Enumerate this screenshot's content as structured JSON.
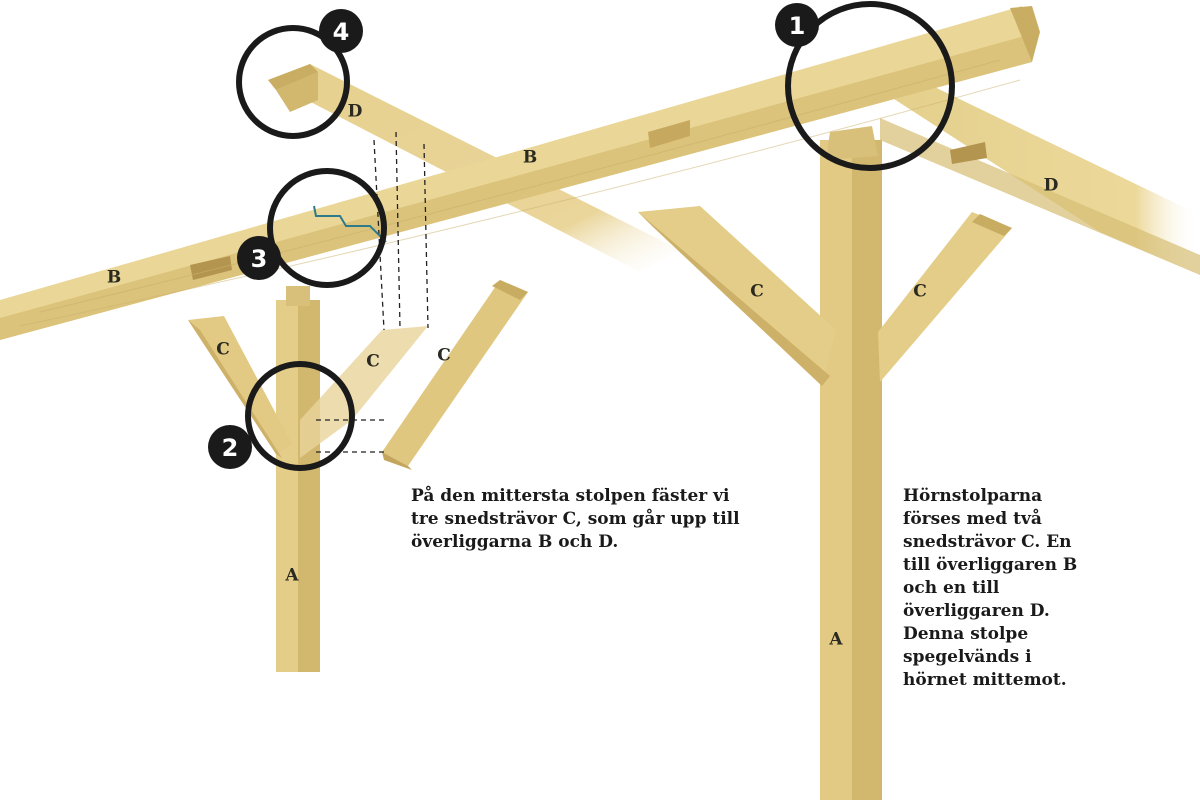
{
  "labels": {
    "post": "A",
    "top_beam": "B",
    "brace": "C",
    "cross_beam": "D"
  },
  "badges": [
    "1",
    "2",
    "3",
    "4"
  ],
  "captions": {
    "middle_post": "På den mittersta stolpen fäster vi\ntre snedsträvor C, som går upp till\növerliggarna B och D.",
    "corner_post": "Hörnstolparna\nförses med två\nsnedsträvor C. En\ntill överliggaren B\noch en till\növerliggaren D.\nDenna stolpe\nspegelvänds i\nhörnet mittemot."
  },
  "colors": {
    "wood_light": "#ecd99a",
    "wood_mid": "#dcc47c",
    "wood_dark": "#b89a52",
    "outline": "#1a1a1a",
    "leader_line": "#2e7a8a"
  }
}
